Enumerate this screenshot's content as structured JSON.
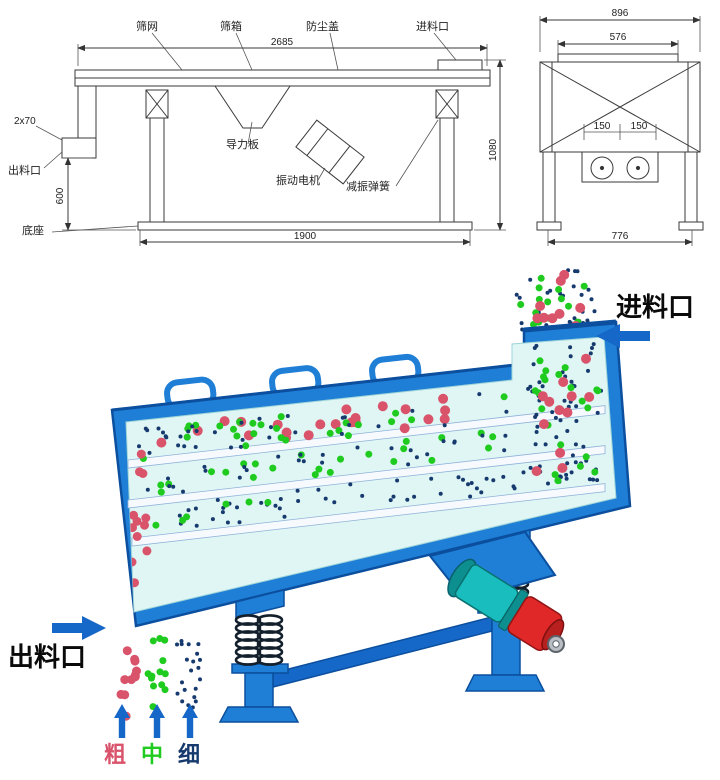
{
  "drawing": {
    "front": {
      "label_screen_mesh": "筛网",
      "label_screen_box": "筛箱",
      "label_dust_cover": "防尘盖",
      "label_feed_inlet": "进料口",
      "label_discharge": "出料口",
      "label_guide_plate": "导力板",
      "label_motor": "振动电机",
      "label_spring": "减振弹簧",
      "label_base": "底座",
      "dim_top": "2685",
      "dim_outlet": "2x70",
      "dim_height": "600",
      "dim_base": "1900",
      "dim_total_height": "1080"
    },
    "side": {
      "dim_overall": "896",
      "dim_inner": "576",
      "dim_left": "150",
      "dim_right": "150",
      "dim_base": "776"
    }
  },
  "illustration": {
    "label_feed": "进料口",
    "label_discharge": "出料口",
    "label_coarse": "粗",
    "label_medium": "中",
    "label_fine": "细",
    "colors": {
      "coarse": "#d9536b",
      "medium": "#1ecb1e",
      "fine": "#173a6e",
      "body": "#1f7fd6",
      "body_dark": "#0b4f9e",
      "interior": "#dff6f4",
      "deck": "#f6faff",
      "motor_cyan": "#19bdbd",
      "motor_cyan_dark": "#0e8f8f",
      "motor_red": "#e02828",
      "motor_red_dark": "#b81f1f",
      "arrow": "#1668c8"
    }
  }
}
